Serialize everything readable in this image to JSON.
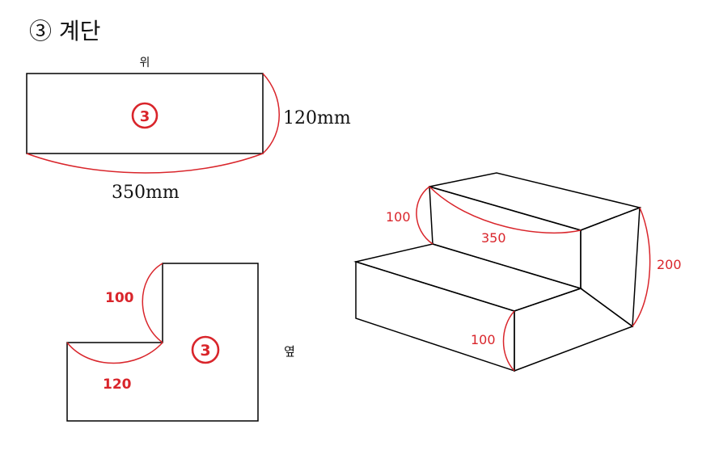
{
  "heading": "③ 계단",
  "top_view": {
    "label": "위",
    "width_label": "350mm",
    "height_label": "120mm",
    "marker": "3"
  },
  "side_view": {
    "label": "옆",
    "height_label": "100",
    "width_label": "120",
    "marker": "3"
  },
  "iso_view": {
    "upper_riser_label": "100",
    "length_label": "350",
    "total_height_label": "200",
    "lower_riser_label": "100"
  },
  "colors": {
    "line": "#000000",
    "dimension": "#d9252b"
  }
}
